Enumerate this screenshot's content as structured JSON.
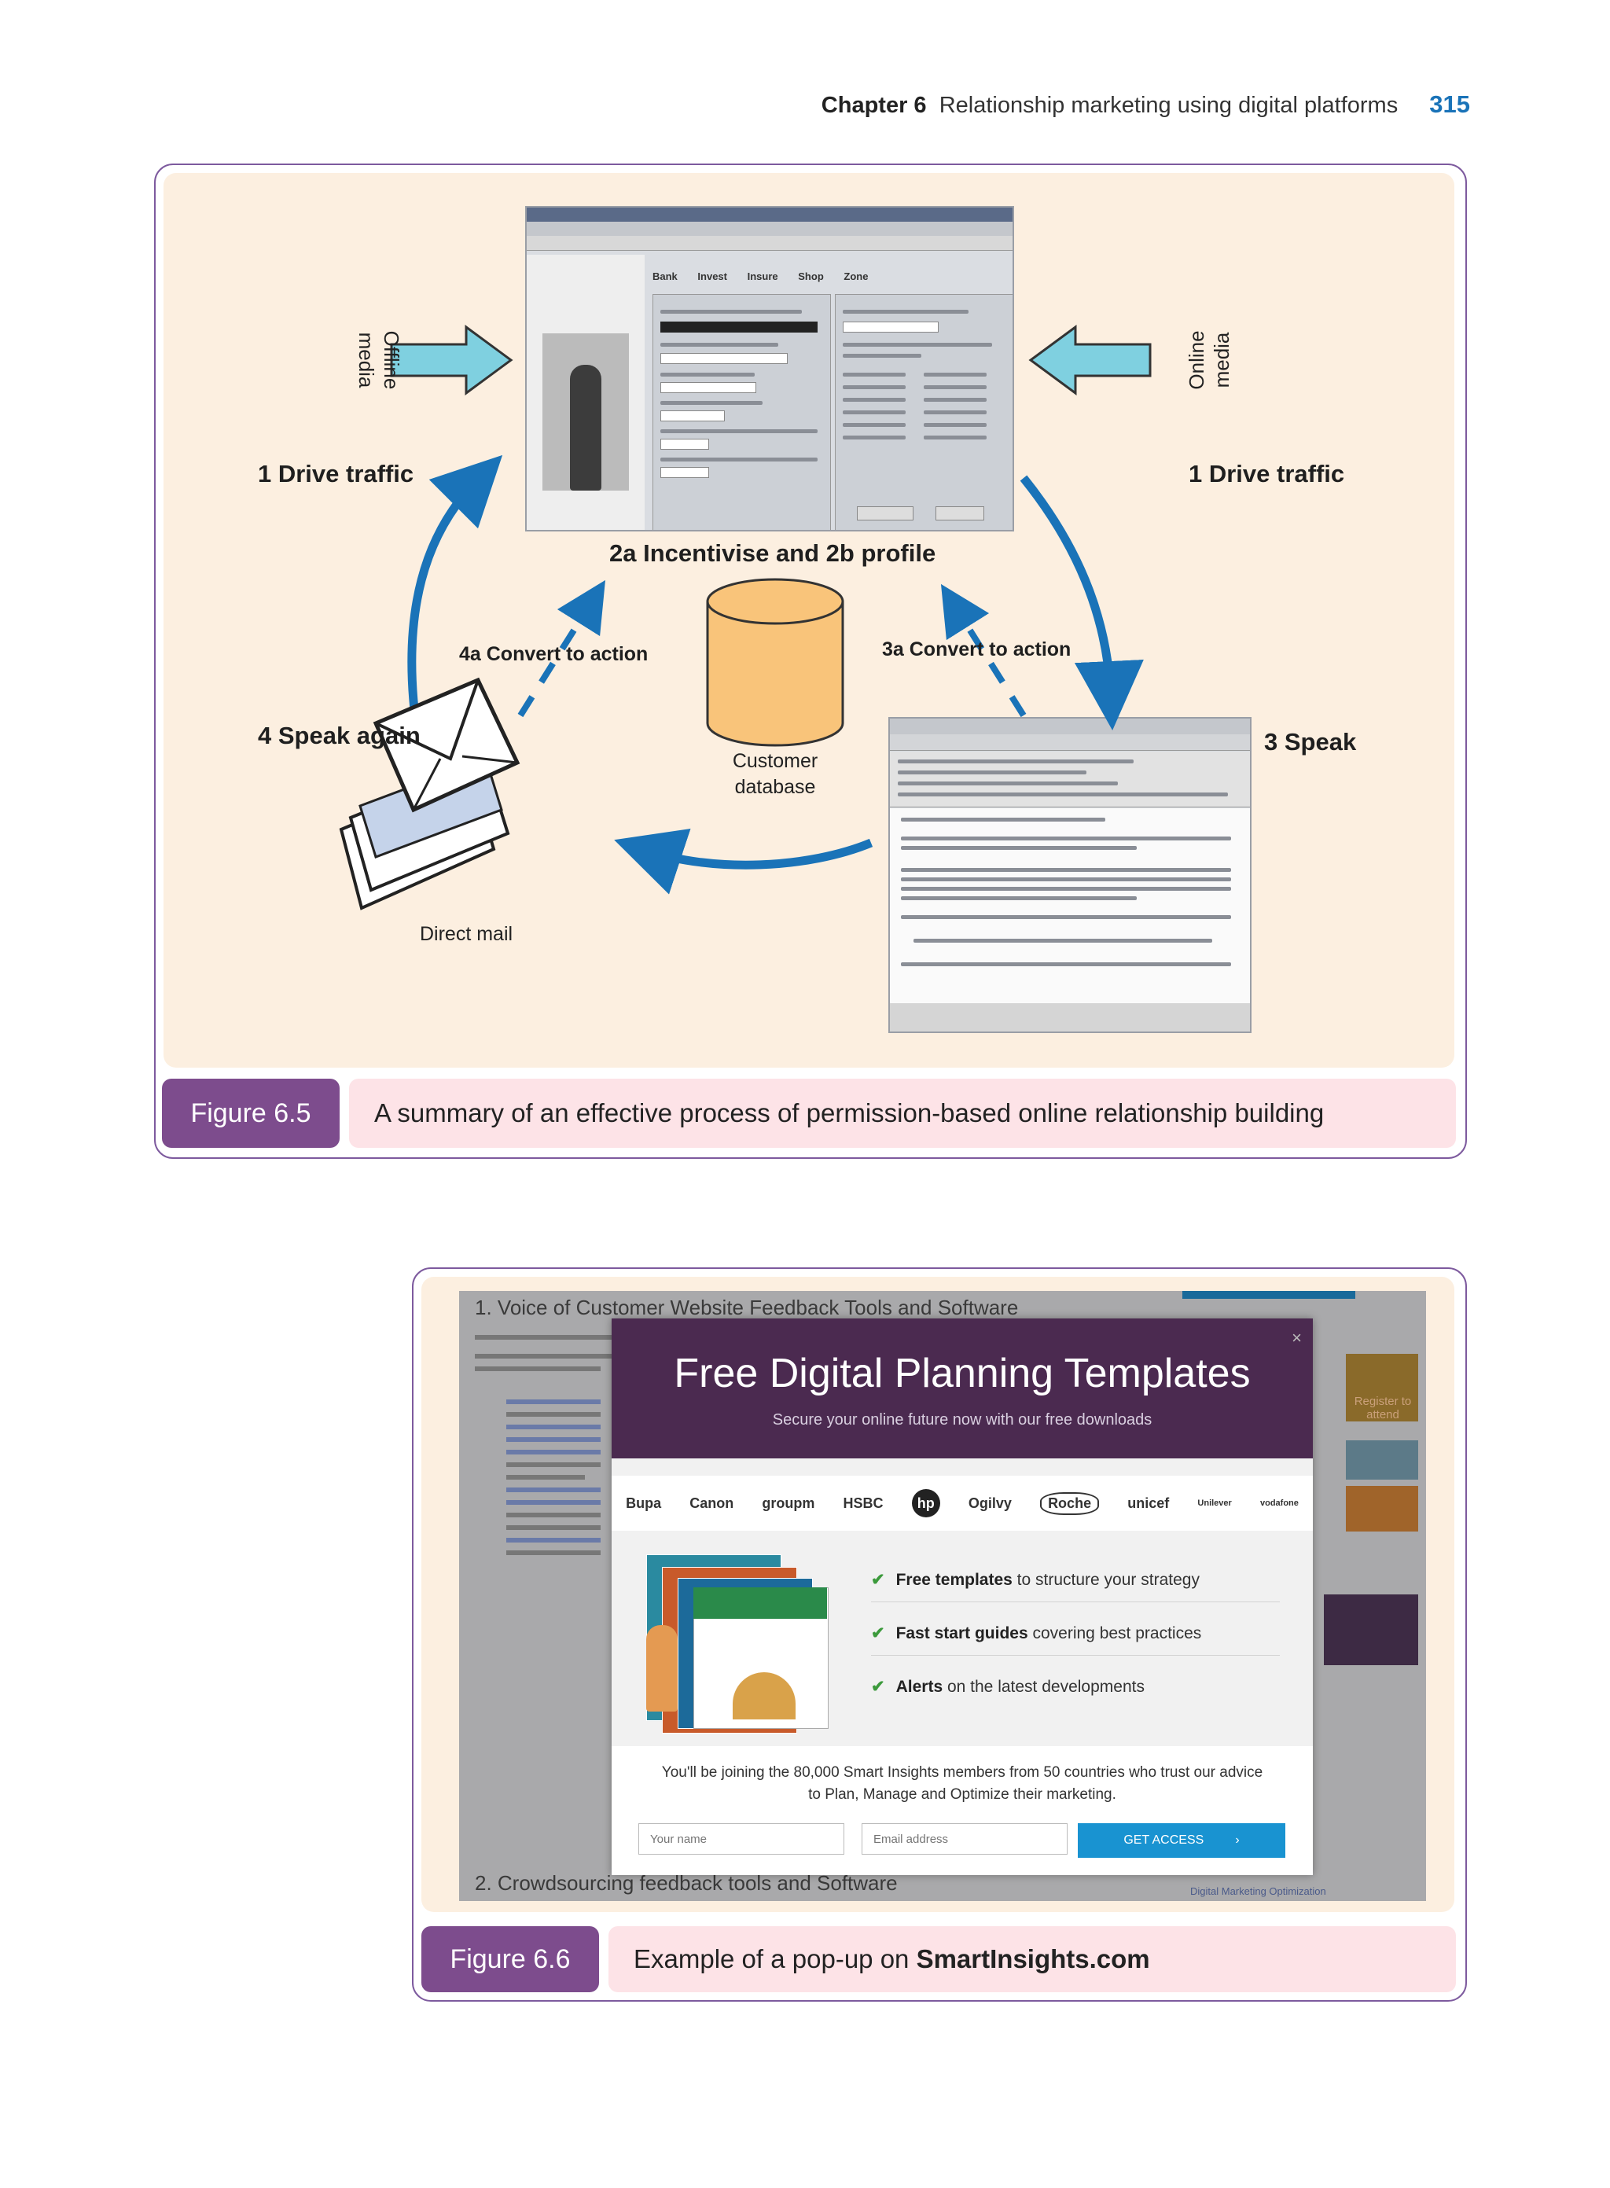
{
  "running_header": {
    "chapter": "Chapter 6",
    "title": "Relationship marketing using digital platforms",
    "page_number": "315"
  },
  "figure_6_5": {
    "tab": "Figure 6.5",
    "caption": "A summary of an effective process of permission-based online relationship building",
    "labels": {
      "offline_media": "Offline media",
      "online_media": "Online media",
      "drive_traffic_left": "1 Drive traffic",
      "drive_traffic_right": "1 Drive traffic",
      "incentivise_profile": "2a Incentivise and 2b profile",
      "convert_4a": "4a Convert to action",
      "convert_3a": "3a Convert to action",
      "speak_again": "4 Speak again",
      "speak": "3 Speak",
      "customer_database": "Customer database",
      "direct_mail": "Direct mail"
    },
    "web_form_tabs": [
      "Bank",
      "Invest",
      "Insure",
      "Shop",
      "Zone"
    ],
    "colors": {
      "arrow_blue": "#1a73b8",
      "offline_arrow": "#7fd0e0",
      "database": "#f9c47a"
    }
  },
  "figure_6_6": {
    "tab": "Figure 6.6",
    "caption_prefix": "Example of a pop-up on ",
    "caption_site": "SmartInsights.com",
    "background_page": {
      "heading_1": "1. Voice of Customer Website Feedback Tools and Software",
      "heading_2": "2. Crowdsourcing feedback tools and Software",
      "side_cta": "Register to attend",
      "footer_link": "Digital Marketing Optimization"
    },
    "popup": {
      "title": "Free Digital Planning Templates",
      "subtitle": "Secure your online future now with our free downloads",
      "close": "×",
      "logos": [
        "Bupa",
        "Canon",
        "groupm",
        "HSBC",
        "hp",
        "Ogilvy",
        "Roche",
        "unicef",
        "Unilever",
        "vodafone"
      ],
      "benefits": [
        {
          "bold": "Free templates",
          "rest": " to structure your strategy"
        },
        {
          "bold": "Fast start guides",
          "rest": " covering best practices"
        },
        {
          "bold": "Alerts",
          "rest": " on the latest developments"
        }
      ],
      "join_text": "You'll be joining the 80,000 Smart Insights members from 50 countries who trust our advice to Plan, Manage and Optimize their marketing.",
      "name_placeholder": "Your name",
      "email_placeholder": "Email address",
      "cta": "GET ACCESS"
    }
  }
}
